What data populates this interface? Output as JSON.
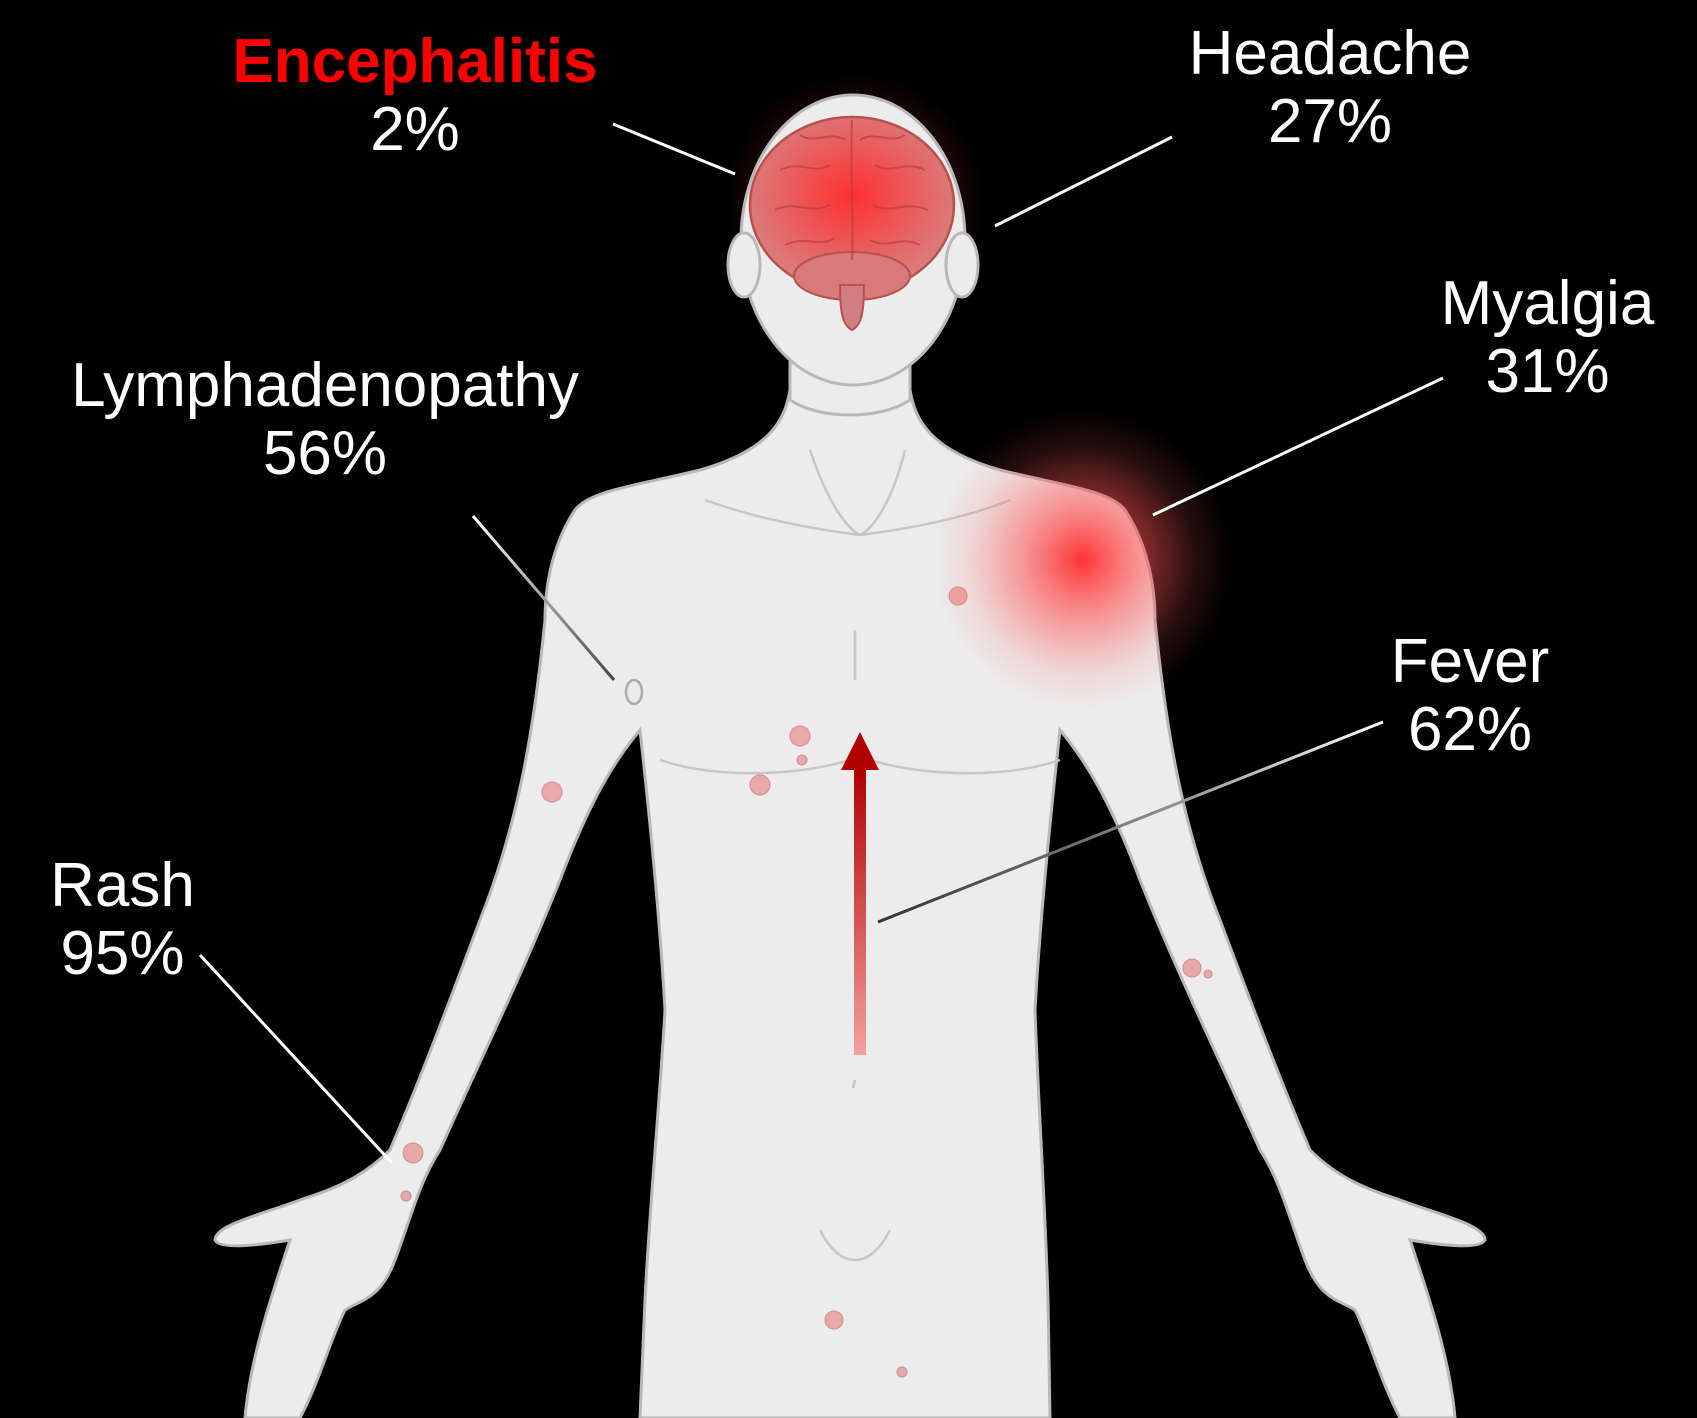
{
  "colors": {
    "background": "#000000",
    "body": "#ececec",
    "body_outline": "#b8b8b8",
    "highlight": "#ff0000",
    "brain": "#e85c5c",
    "arrow": "#c00000",
    "leader_line": "#ffffff"
  },
  "symptoms": [
    {
      "id": "encephalitis",
      "name": "Encephalitis",
      "percent": "2%",
      "emphasis": true
    },
    {
      "id": "headache",
      "name": "Headache",
      "percent": "27%",
      "emphasis": false
    },
    {
      "id": "myalgia",
      "name": "Myalgia",
      "percent": "31%",
      "emphasis": false
    },
    {
      "id": "lymphadenopathy",
      "name": "Lymphadenopathy",
      "percent": "56%",
      "emphasis": false
    },
    {
      "id": "fever",
      "name": "Fever",
      "percent": "62%",
      "emphasis": false
    },
    {
      "id": "rash",
      "name": "Rash",
      "percent": "95%",
      "emphasis": false
    }
  ]
}
